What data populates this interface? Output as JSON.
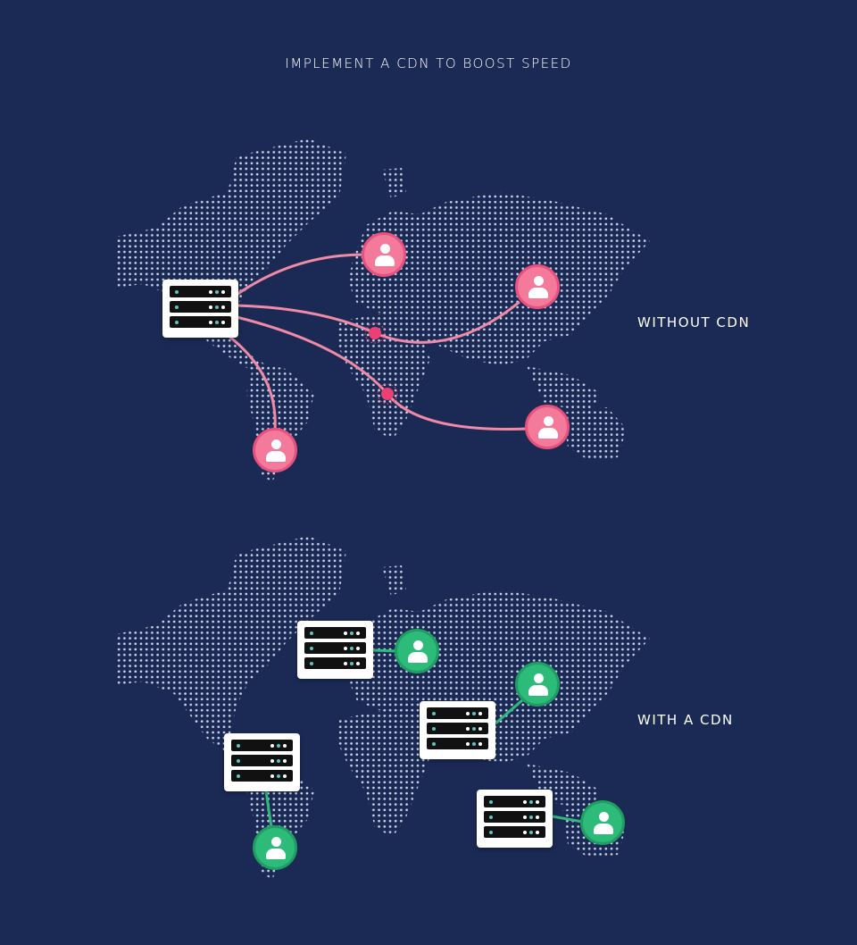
{
  "title": "IMPLEMENT A CDN TO BOOST SPEED",
  "sections": [
    {
      "label": "WITHOUT CDN",
      "servers": 1,
      "users": 4,
      "line_color": "#f08aa6"
    },
    {
      "label": "WITH A CDN",
      "servers": 4,
      "users": 4,
      "line_color": "#2dbb7a"
    }
  ],
  "colors": {
    "background": "#1b2a55",
    "map_dots": "#c9d3ea",
    "pink": "#f47a9b",
    "green": "#2dbb7a",
    "hub": "#ec3f73"
  },
  "icons": [
    "server-icon",
    "user-icon",
    "world-map-icon"
  ]
}
